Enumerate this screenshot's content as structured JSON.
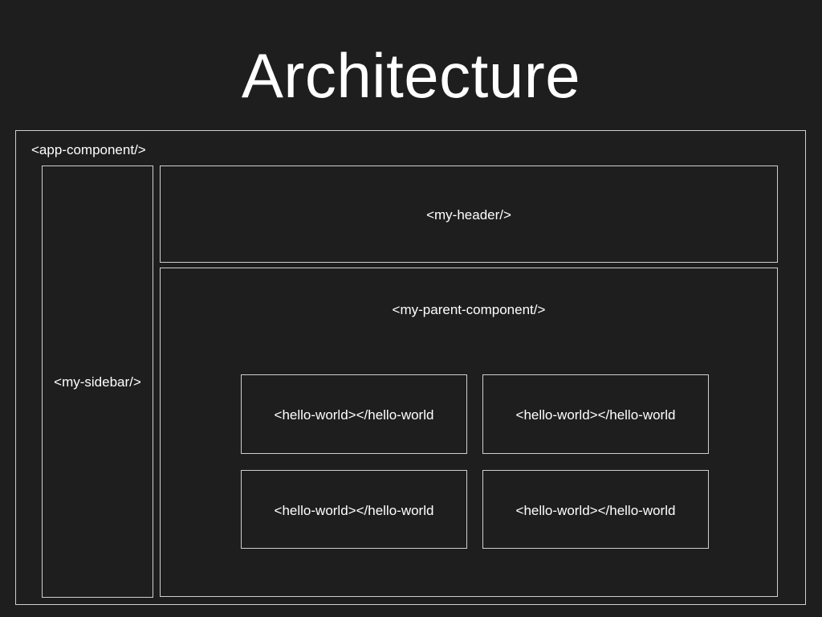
{
  "title": "Architecture",
  "app": {
    "label": "<app-component/>",
    "sidebar": {
      "label": "<my-sidebar/>"
    },
    "header": {
      "label": "<my-header/>"
    },
    "parent": {
      "label": "<my-parent-component/>",
      "children": [
        {
          "label": "<hello-world></hello-world"
        },
        {
          "label": "<hello-world></hello-world"
        },
        {
          "label": "<hello-world></hello-world"
        },
        {
          "label": "<hello-world></hello-world"
        }
      ]
    }
  },
  "colors": {
    "background": "#1e1e1e",
    "border": "#cfcfcf",
    "text": "#ffffff"
  }
}
